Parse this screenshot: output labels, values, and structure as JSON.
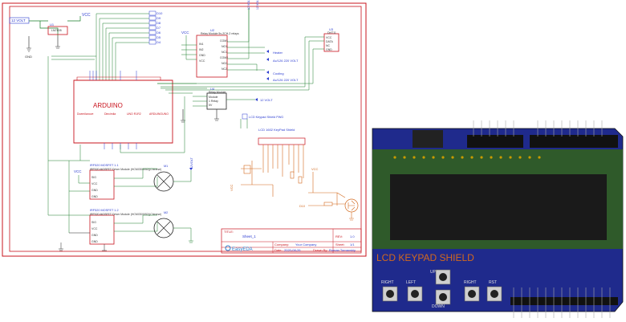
{
  "schematic": {
    "arduino": {
      "title": "ARDUINO",
      "sub1": "Duemilanove",
      "sub2": "Diecimila",
      "sub3": "UNO R1R2",
      "sub4": "ARDUINOUNO"
    },
    "power": {
      "v12_left": "12 VOLT",
      "vcc": "VCC",
      "v12_right": "12 VOLT",
      "v12_bottom": "12VOLT"
    },
    "u1": {
      "ref": "U1",
      "name": "LM7805"
    },
    "u2": {
      "ref": "U2",
      "name": "Relay Module 5v-2CH-2 relays",
      "pins": [
        "IN1",
        "IN2",
        "GND",
        "VCC",
        "COM1",
        "NO1",
        "NC1",
        "COM2",
        "NO2",
        "NC2"
      ]
    },
    "u3": {
      "ref": "U3",
      "name": "DHT11",
      "pins": [
        "VCC",
        "DATA",
        "NC",
        "GND"
      ]
    },
    "u4": {
      "ref": "U4",
      "name": "Relay Module",
      "body": [
        "Module",
        "1 Relay",
        "5V"
      ]
    },
    "loads": {
      "l1": "Heater",
      "l2": "Ac/126 220 VOLT",
      "l3": "Cooling",
      "l4": "Ac/126 220 VOLT"
    },
    "keypad_label": "LCD Keypad Shield PWG",
    "lcd": {
      "label": "LCD 1602 KeyPad Shield"
    },
    "mosfet1": {
      "ref": "IRF520 MOSFET 1.1",
      "name": "IRF520 MOSFET Driver Module (HCMOD0052)(Chinese)"
    },
    "mosfet2": {
      "ref": "IRF520 MOSFET 1.2",
      "name": "IRF520 MOSFET Driver Module (HCMOD0052)(Chinese)"
    },
    "motors": {
      "m1": "M1",
      "m2": "M2"
    },
    "d_labels": [
      "D10",
      "D9",
      "D8",
      "D7",
      "D6",
      "D5",
      "D4"
    ],
    "title_block": {
      "title_label": "TITLE:",
      "title": "Sheet_1",
      "rev_label": "REV:",
      "rev": "1.0",
      "company_label": "Company:",
      "company": "Your Company",
      "sheet_label": "Sheet:",
      "sheet": "1/1",
      "date_label": "Date:",
      "date": "2020-08-26",
      "drawn_label": "Drawn By:",
      "drawn": "Roman Tornavskiy",
      "brand": "EasyEDA"
    }
  },
  "shield": {
    "title": "LCD KEYPAD SHIELD",
    "buttons": [
      {
        "label": "RIGHT"
      },
      {
        "label": "LEFT"
      },
      {
        "label": "UP"
      },
      {
        "label": "DOWN"
      },
      {
        "label": "RIGHT"
      },
      {
        "label": "RST"
      }
    ],
    "colors": {
      "pcb": "#1f2a8c",
      "lcd_bezel": "#2f5a2a",
      "lcd_screen": "#1a1a1a",
      "title": "#d2691e"
    }
  }
}
